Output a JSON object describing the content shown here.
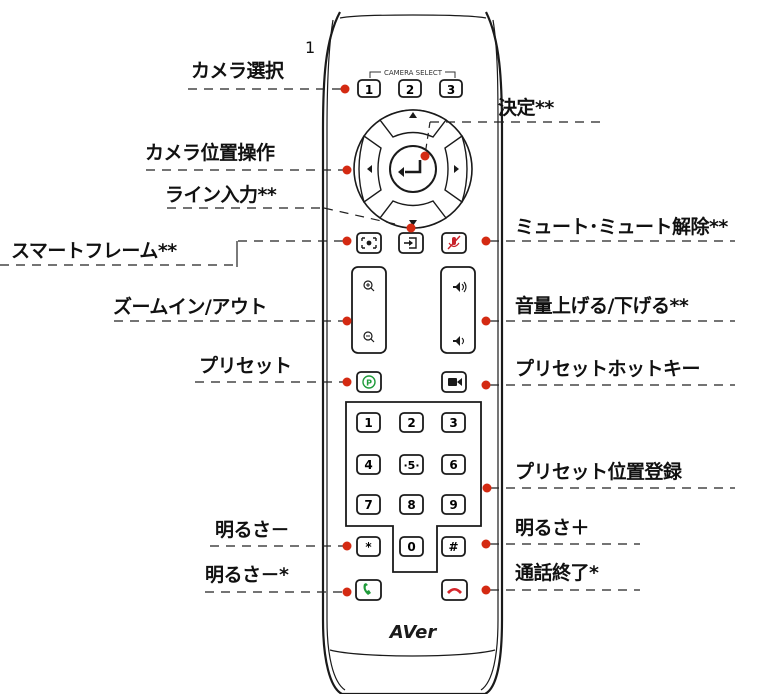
{
  "remote": {
    "camera_select_label": "CAMERA SELECT",
    "brand": "AVer",
    "buttons": {
      "cam1": "1",
      "cam2": "2",
      "cam3": "3",
      "k1": "1",
      "k2": "2",
      "k3": "3",
      "k4": "4",
      "k5": "·5·",
      "k6": "6",
      "k7": "7",
      "k8": "8",
      "k9": "9",
      "star": "*",
      "k0": "0",
      "hash": "#"
    }
  },
  "labels": {
    "camera_select": "カメラ選択",
    "camera_select_note": "1",
    "confirm": "決定**",
    "camera_position": "カメラ位置操作",
    "line_in": "ライン入力**",
    "mute": "ミュート･ミュート解除**",
    "smart_frame": "スマートフレーム**",
    "zoom": "ズームイン/アウト",
    "volume": "音量上げる/下げる**",
    "preset": "プリセット",
    "preset_hotkey": "プリセットホットキー",
    "preset_register": "プリセット位置登録",
    "brightness_down": "明るさ－",
    "brightness_up": "明るさ＋",
    "brightness_down2": "明るさ－*",
    "call_end": "通話終了*"
  },
  "colors": {
    "marker": "#d42a12",
    "outline": "#1a1a1a",
    "remote_body": "#ffffff",
    "button_face": "#f2f2f2",
    "call_green": "#1f9b3a",
    "end_red": "#d6262b",
    "mute_red": "#c8232b",
    "preset_green": "#1f9b3a"
  },
  "icons": {
    "enter": "enter-arrow-icon",
    "line_in": "input-source-icon",
    "mute": "microphone-muted-icon",
    "smart_frame": "smart-frame-icon",
    "zoom_in": "zoom-in-icon",
    "zoom_out": "zoom-out-icon",
    "vol_up": "speaker-up-icon",
    "vol_down": "speaker-down-icon",
    "preset": "preset-icon",
    "hotkey": "video-camera-icon",
    "call": "phone-call-icon",
    "hang_up": "phone-hangup-icon"
  }
}
